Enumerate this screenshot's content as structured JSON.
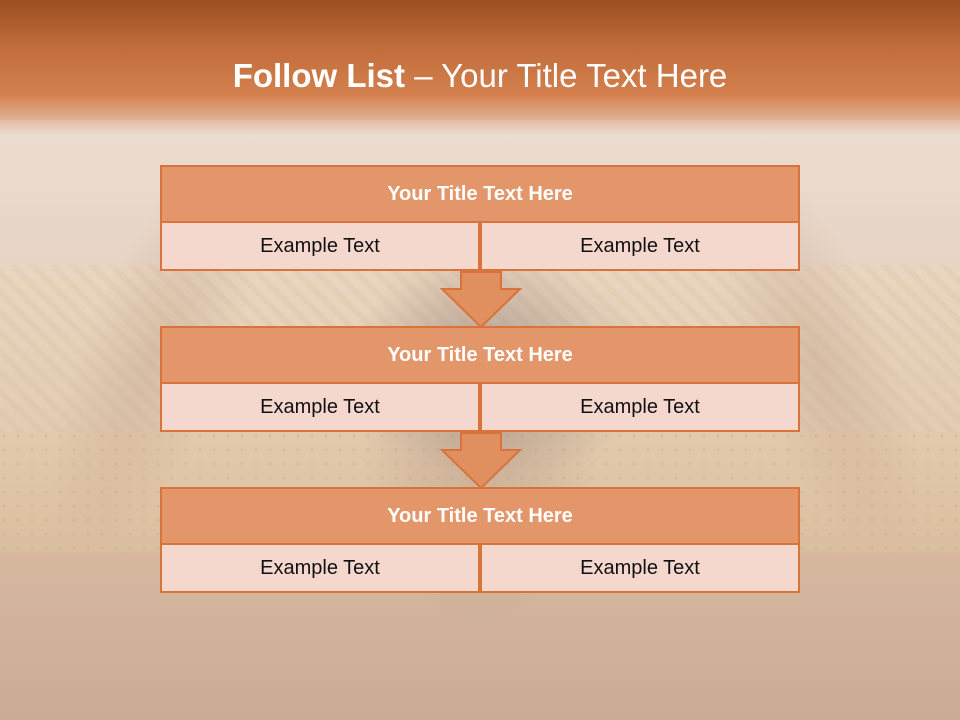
{
  "slide": {
    "title_bold": "Follow List",
    "title_rest": " – Your Title Text Here",
    "colors": {
      "header": "#c26c3b",
      "block_header": "#e2966a",
      "block_border": "#d9733c",
      "cell_fill": "#f4d7cd",
      "arrow_fill": "#e0905f"
    }
  },
  "blocks": [
    {
      "title": "Your Title Text Here",
      "left_text": "Example Text",
      "right_text": "Example Text"
    },
    {
      "title": "Your Title Text Here",
      "left_text": "Example Text",
      "right_text": "Example Text"
    },
    {
      "title": "Your Title Text Here",
      "left_text": "Example Text",
      "right_text": "Example Text"
    }
  ],
  "arrows": [
    {
      "icon": "arrow-down-icon"
    },
    {
      "icon": "arrow-down-icon"
    }
  ]
}
